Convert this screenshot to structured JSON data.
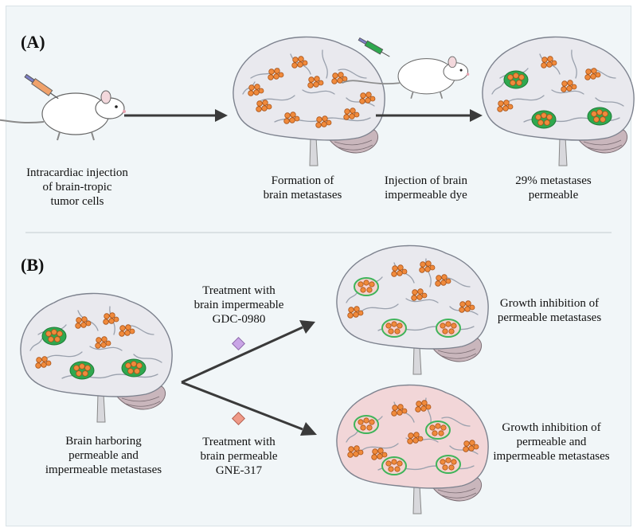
{
  "panels": {
    "a": {
      "tag": "(A)",
      "steps": [
        "Intracardiac injection\nof brain-tropic\ntumor cells",
        "Formation of\nbrain metastases",
        "Injection of brain\nimpermeable dye",
        "29% metastases\npermeable"
      ]
    },
    "b": {
      "tag": "(B)",
      "start": "Brain harboring\npermeable and\nimpermeable metastases",
      "top_treatment": "Treatment with\nbrain impermeable\nGDC-0980",
      "top_outcome": "Growth inhibition of\npermeable metastases",
      "bottom_treatment": "Treatment with\nbrain permeable\nGNE-317",
      "bottom_outcome": "Growth inhibition of\npermeable and\nimpermeable metastases"
    }
  },
  "colors": {
    "background": "#f1f6f8",
    "brain": "#e9e9ee",
    "brain_pink": "#f2d6d8",
    "tumor": "#f08a3c",
    "dye": "#2fa84f",
    "arrow": "#3a3a3a",
    "diamond_top": "#c9a5e6",
    "diamond_bottom": "#ef9a88"
  }
}
